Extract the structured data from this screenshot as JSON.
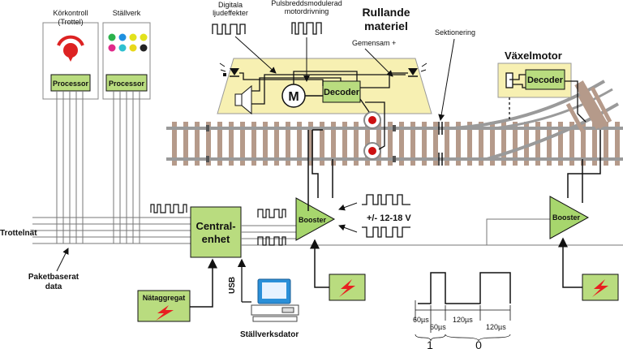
{
  "labels": {
    "korkontroll": "Körkontroll",
    "trottel_paren": "(Trottel)",
    "stallverk": "Ställverk",
    "processor_1": "Processor",
    "processor_2": "Processor",
    "digitala_1": "Digitala",
    "digitala_2": "ljudeffekter",
    "pwm_1": "Pulsbreddsmodulerad",
    "pwm_2": "motordrivning",
    "rullande_1": "Rullande",
    "rullande_2": "materiel",
    "gemensam": "Gemensam +",
    "decoder_loco": "Decoder",
    "motor": "M",
    "sektionering": "Sektionering",
    "vaxelmotor": "Växelmotor",
    "decoder_switch": "Decoder",
    "trottelnat": "Trottelnät",
    "paketbaserat_1": "Paketbaserat",
    "paketbaserat_2": "data",
    "central_1": "Central-",
    "central_2": "enhet",
    "booster_1": "Booster",
    "booster_2": "Booster",
    "voltage": "+/- 12-18 V",
    "usb": "USB",
    "natagg": "Nätaggregat",
    "stallverksdator": "Ställverksdator",
    "t60a": "60µs",
    "t60b": "60µs",
    "t120a": "120µs",
    "t120b": "120µs",
    "bit_one": "1",
    "bit_zero": "0"
  },
  "colors": {
    "green_box": "#b9dc7f",
    "yellow_panel": "#f7f0b2",
    "booster": "#a7d66d",
    "rail": "#9a9a9a",
    "sleeper": "#b59a8a",
    "bolt": "#e82020",
    "monitor": "#2a8fd8"
  },
  "icons": [
    "throttle-knob-icon",
    "control-buttons-icon",
    "led-icon",
    "speaker-icon",
    "motor-icon",
    "bolt-icon",
    "computer-icon",
    "gear-wheel-icon",
    "switch-point-icon"
  ]
}
